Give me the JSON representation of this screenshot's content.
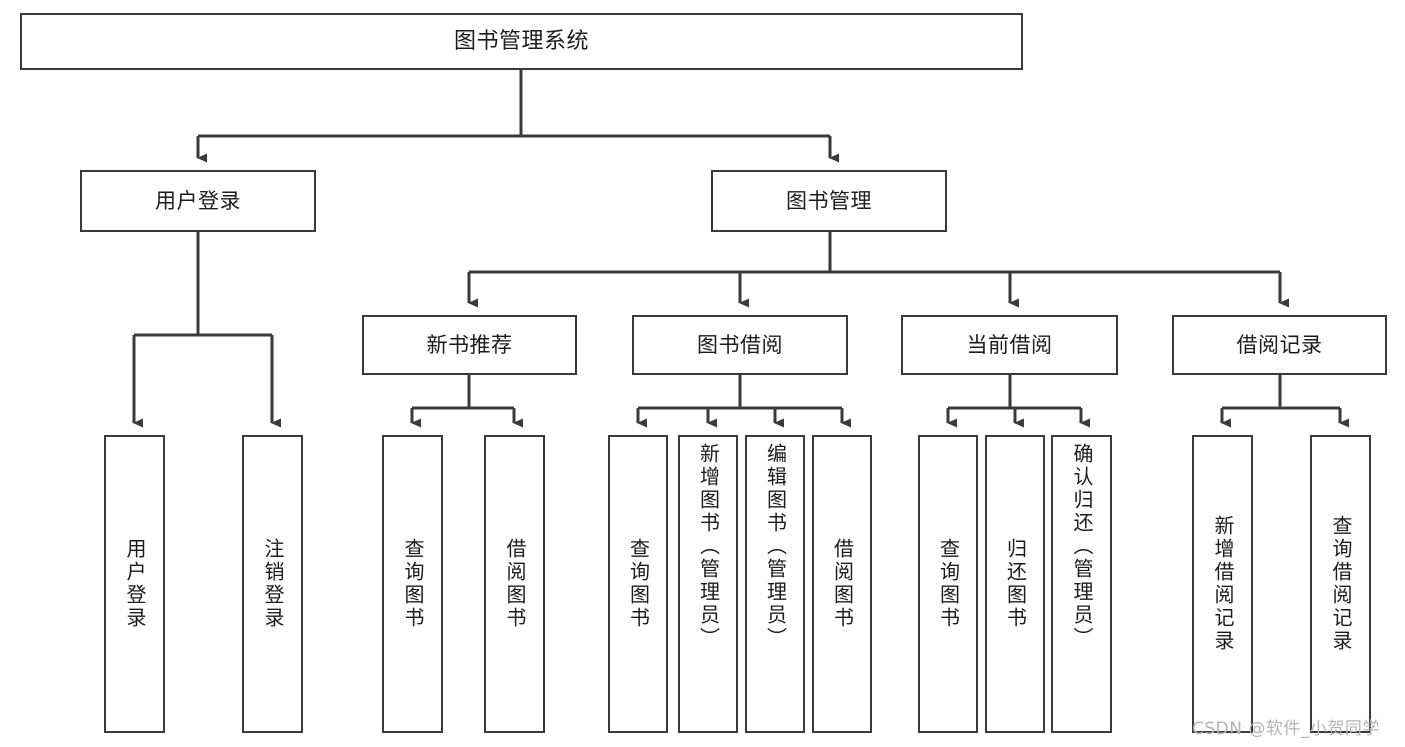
{
  "diagram": {
    "title": "图书管理系统",
    "type": "功能结构图",
    "watermark": "CSDN @软件_小贺同学",
    "style": {
      "box_border_color": "#3a3a3a",
      "box_fill": "#ffffff",
      "connector_color": "#3a3a3a",
      "background": "#ffffff"
    },
    "nodes": {
      "root": {
        "label": "图书管理系统"
      },
      "tier2": [
        {
          "id": "user-login",
          "label": "用户登录"
        },
        {
          "id": "book-manage",
          "label": "图书管理"
        }
      ],
      "tier3": [
        {
          "id": "new-book-rec",
          "label": "新书推荐"
        },
        {
          "id": "book-borrow",
          "label": "图书借阅"
        },
        {
          "id": "current-borrow",
          "label": "当前借阅"
        },
        {
          "id": "borrow-record",
          "label": "借阅记录"
        }
      ],
      "leaves": {
        "user-login": [
          {
            "id": "leaf-user-login",
            "label": "用户登录"
          },
          {
            "id": "leaf-user-logout",
            "label": "注销登录"
          }
        ],
        "new-book-rec": [
          {
            "id": "leaf-query-book-1",
            "label": "查询图书"
          },
          {
            "id": "leaf-borrow-book-1",
            "label": "借阅图书"
          }
        ],
        "book-borrow": [
          {
            "id": "leaf-query-book-2",
            "label": "查询图书"
          },
          {
            "id": "leaf-add-book",
            "label": "新增图书（管理员）"
          },
          {
            "id": "leaf-edit-book",
            "label": "编辑图书（管理员）"
          },
          {
            "id": "leaf-borrow-book-2",
            "label": "借阅图书"
          }
        ],
        "current-borrow": [
          {
            "id": "leaf-query-book-3",
            "label": "查询图书"
          },
          {
            "id": "leaf-return-book",
            "label": "归还图书"
          },
          {
            "id": "leaf-confirm-return",
            "label": "确认归还（管理员）"
          }
        ],
        "borrow-record": [
          {
            "id": "leaf-add-record",
            "label": "新增借阅记录"
          },
          {
            "id": "leaf-query-record",
            "label": "查询借阅记录"
          }
        ]
      }
    }
  }
}
